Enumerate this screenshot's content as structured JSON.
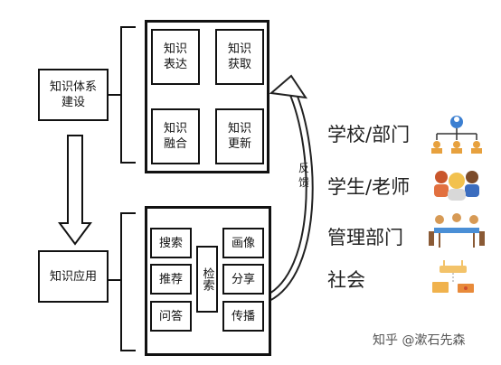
{
  "left_boxes": {
    "build": "知识体系\n建设",
    "apply": "知识应用"
  },
  "top_panel": {
    "tiles": [
      "知识\n表达",
      "知识\n获取",
      "知识\n融合",
      "知识\n更新"
    ]
  },
  "bottom_panel": {
    "left_col": [
      "搜索",
      "推荐",
      "问答"
    ],
    "center": "检索",
    "right_col": [
      "画像",
      "分享",
      "传播"
    ]
  },
  "feedback_label": "反\n馈",
  "roles": [
    "学校/部门",
    "学生/老师",
    "管理部门",
    "社会"
  ],
  "icons": [
    "org-chart-icon",
    "people-group-icon",
    "meeting-table-icon",
    "network-devices-icon"
  ],
  "watermark": "知乎 @漱石先森"
}
